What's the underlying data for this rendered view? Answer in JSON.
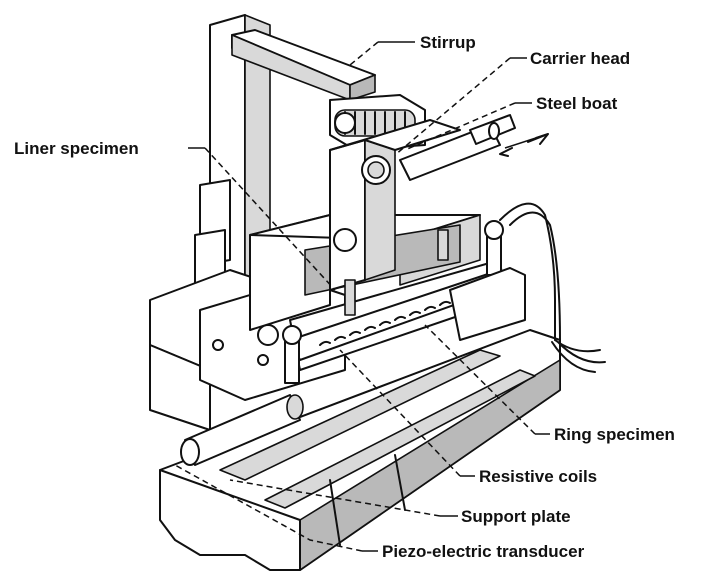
{
  "labels": {
    "stirrup": "Stirrup",
    "carrier_head": "Carrier head",
    "steel_boat": "Steel boat",
    "liner_specimen": "Liner specimen",
    "ring_specimen": "Ring specimen",
    "resistive_coils": "Resistive coils",
    "support_plate": "Support plate",
    "piezo_transducer": "Piezo-electric transducer"
  },
  "colors": {
    "ink": "#111111",
    "stipple": "#d9d9d9",
    "shadow": "#b9b9b9",
    "background": "#ffffff"
  }
}
